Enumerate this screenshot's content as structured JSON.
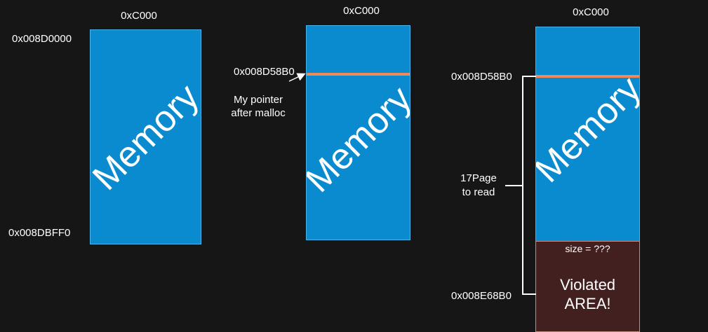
{
  "diagram1": {
    "top_label": "0xC000",
    "start_address": "0x008D0000",
    "end_address": "0x008DBFF0",
    "block_text": "Memory"
  },
  "diagram2": {
    "top_label": "0xC000",
    "pointer_address": "0x008D58B0",
    "pointer_note_line1": "My pointer",
    "pointer_note_line2": "after malloc",
    "block_text": "Memory"
  },
  "diagram3": {
    "top_label": "0xC000",
    "pointer_address": "0x008D58B0",
    "end_address": "0x008E68B0",
    "read_label_line1": "17Page",
    "read_label_line2": "to read",
    "block_text": "Memory",
    "size_label": "size = ???",
    "violated_line1": "Violated",
    "violated_line2": "AREA!"
  },
  "colors": {
    "background": "#161616",
    "memory_block": "#0b8bcf",
    "pointer_line": "#f0895a",
    "violated_area": "#432020",
    "text": "#ffffff"
  }
}
